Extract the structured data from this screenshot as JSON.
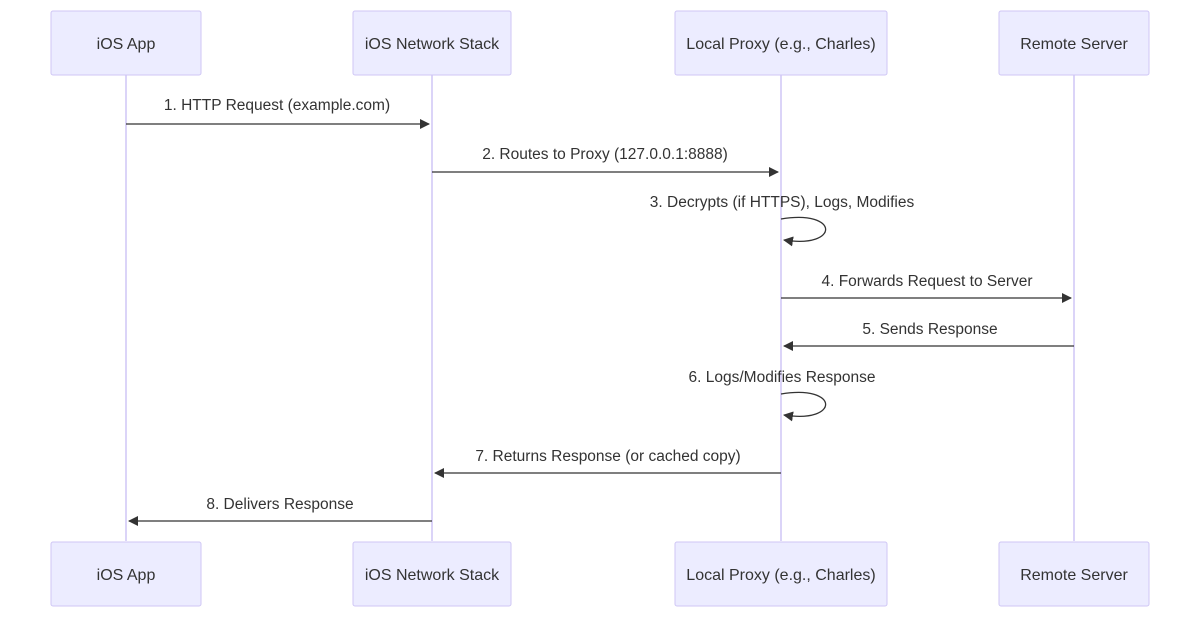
{
  "diagram": {
    "participants": [
      {
        "id": "app",
        "label": "iOS App"
      },
      {
        "id": "stack",
        "label": "iOS Network Stack"
      },
      {
        "id": "proxy",
        "label": "Local Proxy (e.g., Charles)"
      },
      {
        "id": "server",
        "label": "Remote Server"
      }
    ],
    "messages": [
      {
        "from": "app",
        "to": "stack",
        "label": "1. HTTP Request (example.com)"
      },
      {
        "from": "stack",
        "to": "proxy",
        "label": "2. Routes to Proxy (127.0.0.1:8888)"
      },
      {
        "from": "proxy",
        "to": "proxy",
        "label": "3. Decrypts (if HTTPS), Logs, Modifies"
      },
      {
        "from": "proxy",
        "to": "server",
        "label": "4. Forwards Request to Server"
      },
      {
        "from": "server",
        "to": "proxy",
        "label": "5. Sends Response"
      },
      {
        "from": "proxy",
        "to": "proxy",
        "label": "6. Logs/Modifies Response"
      },
      {
        "from": "proxy",
        "to": "stack",
        "label": "7. Returns Response (or cached copy)"
      },
      {
        "from": "stack",
        "to": "app",
        "label": "8. Delivers Response"
      }
    ]
  }
}
